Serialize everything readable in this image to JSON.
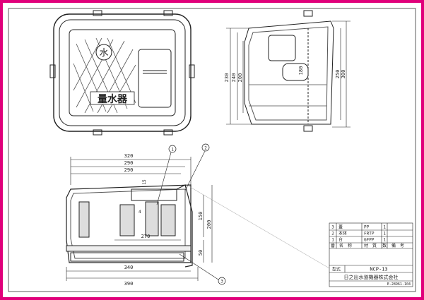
{
  "colors": {
    "frame": "#e0007a",
    "ink": "#222222",
    "hatch": "#555555"
  },
  "top_view": {
    "emblem": "水",
    "lid_label": "量水器"
  },
  "side_view": {
    "dims": {
      "d230": "230",
      "d240": "240",
      "d200": "200",
      "d250": "250",
      "d300": "300",
      "d180": "180"
    }
  },
  "section_view": {
    "dims": {
      "w320": "320",
      "w290": "290",
      "w270": "270",
      "w340": "340",
      "w390": "390",
      "h150": "150",
      "h200": "200",
      "h50": "50",
      "h15": "15",
      "h4": "4"
    },
    "callouts": [
      "1",
      "2",
      "3"
    ]
  },
  "title_block": {
    "parts": [
      {
        "no": "3",
        "name": "蓋",
        "material": "PP",
        "qty": "1"
      },
      {
        "no": "2",
        "name": "本体",
        "material": "FRTP",
        "qty": "1"
      },
      {
        "no": "1",
        "name": "台",
        "material": "GFPP",
        "qty": "1"
      }
    ],
    "header": {
      "no": "番",
      "name": "名　称",
      "material": "材　質",
      "qty": "数",
      "note": "備　考"
    },
    "model_label": "型式",
    "model": "NCP-13",
    "company": "日之出水道機器株式会社",
    "drawing_no": "E-28961-104"
  }
}
